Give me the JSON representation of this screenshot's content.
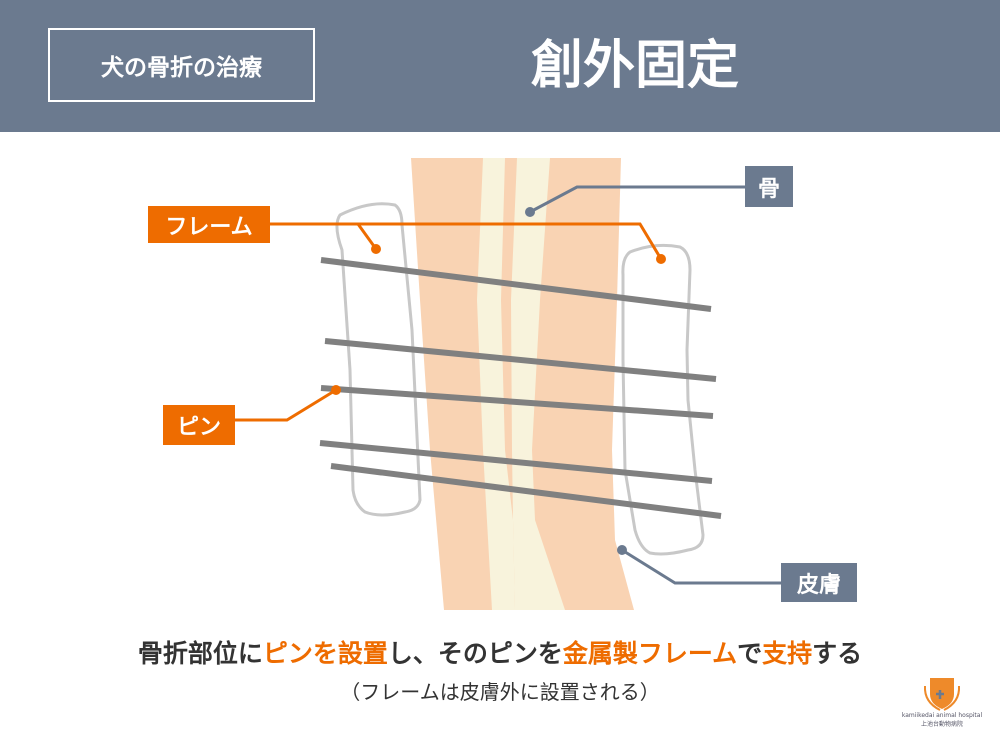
{
  "header": {
    "subject": "犬の骨折の治療",
    "title": "創外固定"
  },
  "labels": {
    "frame": "フレーム",
    "pin": "ピン",
    "bone": "骨",
    "skin": "皮膚"
  },
  "caption": {
    "parts": [
      "骨折部位に",
      "ピンを設置",
      "し、そのピンを",
      "金属製フレーム",
      "で",
      "支持",
      "する"
    ],
    "note": "（フレームは皮膚外に設置される）"
  },
  "logo": {
    "name": "kamiikedai animal hospital",
    "sub": "上池台動物病院"
  },
  "colors": {
    "header": "#6b7a8f",
    "accent": "#ee6c00",
    "skin": "#f9d3b3",
    "bone": "#f8f3dc",
    "pin": "#808080",
    "frame": "#c8c8c8"
  }
}
